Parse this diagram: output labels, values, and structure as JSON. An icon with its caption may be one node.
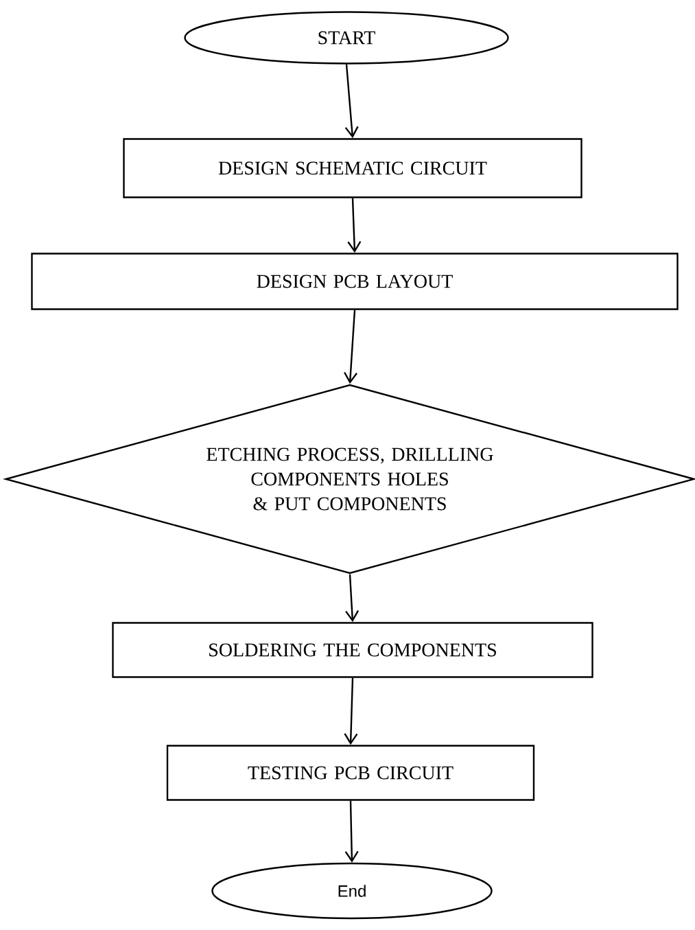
{
  "diagram": {
    "nodes": [
      {
        "text": [
          "START"
        ]
      },
      {
        "text": [
          "DESIGN SCHEMATIC CIRCUIT"
        ]
      },
      {
        "text": [
          "DESIGN PCB LAYOUT"
        ]
      },
      {
        "text": [
          "ETCHING PROCESS, DRILLLING COMPONENTS HOLES & PUT COMPONENTS"
        ]
      },
      {
        "text": [
          "SOLDERING THE COMPONENTS"
        ]
      },
      {
        "text": [
          "TESTING PCB CIRCUIT"
        ]
      },
      {
        "text": [
          "End"
        ]
      }
    ],
    "edges": [
      {
        "from": 0,
        "to": 1,
        "arrow": "to"
      },
      {
        "from": 1,
        "to": 2,
        "arrow": "to"
      },
      {
        "from": 2,
        "to": 3,
        "arrow": "to"
      },
      {
        "from": 3,
        "to": 4,
        "arrow": "to"
      },
      {
        "from": 4,
        "to": 5,
        "arrow": "to"
      },
      {
        "from": 5,
        "to": 6,
        "arrow": "to"
      }
    ]
  }
}
